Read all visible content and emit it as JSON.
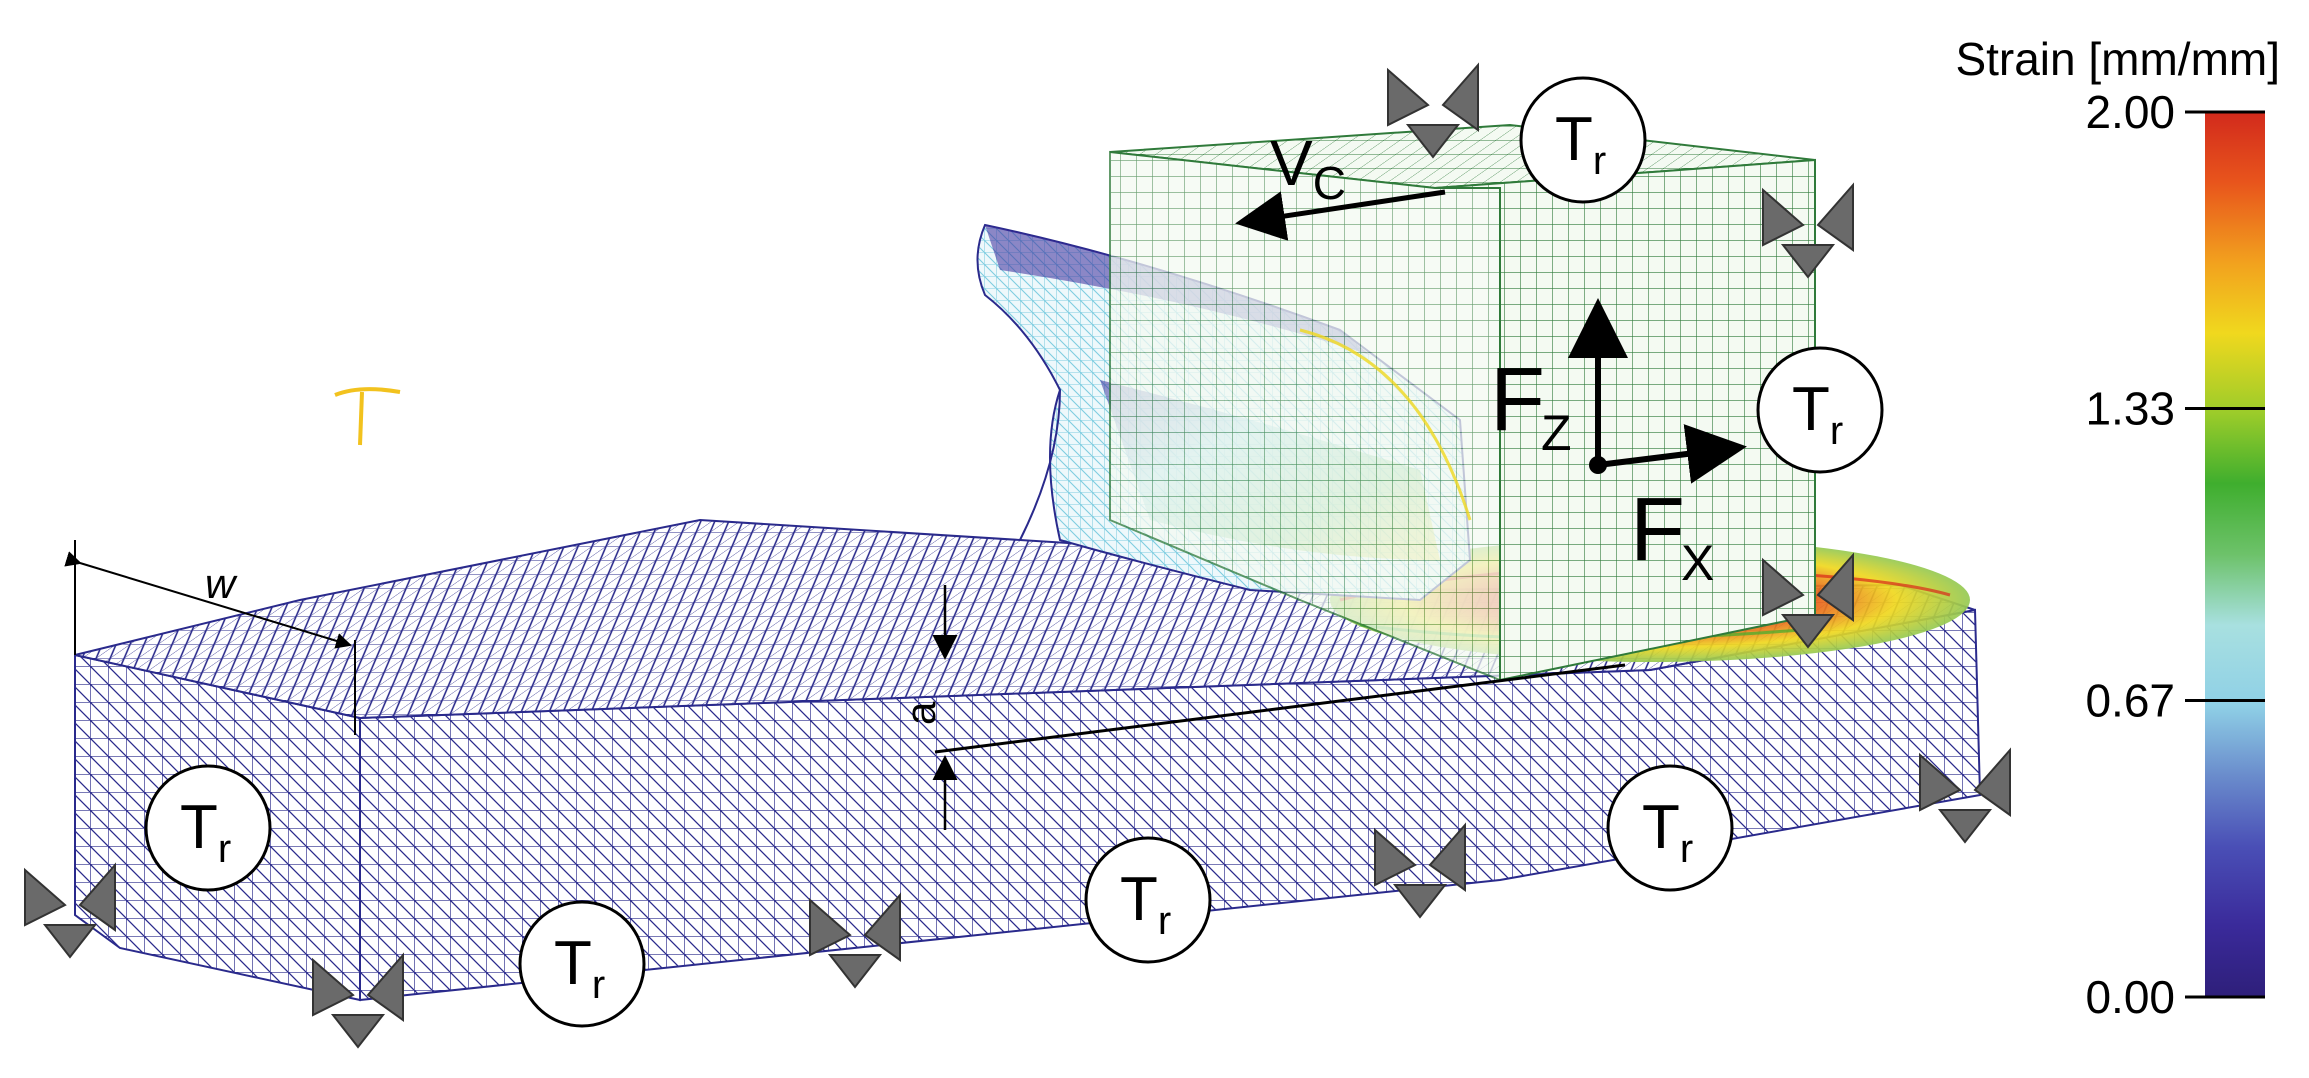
{
  "colorbar": {
    "title": "Strain [mm/mm]",
    "ticks": [
      "2.00",
      "1.33",
      "0.67",
      "0.00"
    ],
    "tick_values": [
      2.0,
      1.33,
      0.67,
      0.0
    ],
    "range": [
      0,
      2
    ],
    "gradient": [
      "#2e1f7a",
      "#3a2a9a",
      "#4a4fb6",
      "#6a8ccc",
      "#8fd0e6",
      "#a8e0e0",
      "#6dc26a",
      "#3fae2e",
      "#9ccc2a",
      "#f0d81e",
      "#f2a11e",
      "#e8551c",
      "#d22a1c"
    ]
  },
  "labels": {
    "vc_main": "V",
    "vc_sub": "C",
    "fz_main": "F",
    "fz_sub": "Z",
    "fx_main": "F",
    "fx_sub": "X",
    "w": "w",
    "a": "a",
    "tr_main": "T",
    "tr_sub": "r"
  },
  "colors": {
    "workpiece_mesh": "#2a2a8c",
    "tool_mesh": "#2f7a3a",
    "support_fill": "#6a6a6a",
    "chip_high_strain": "#d8281a"
  }
}
